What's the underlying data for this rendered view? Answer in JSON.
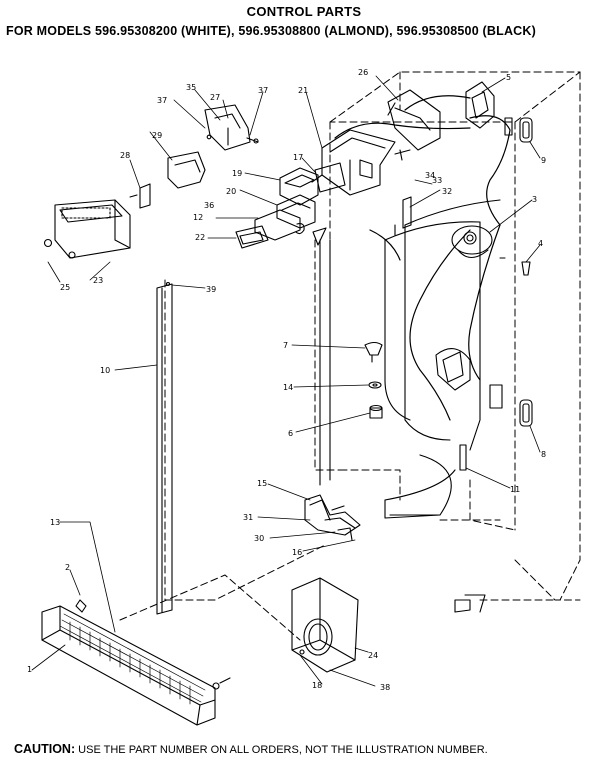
{
  "header": {
    "title": "CONTROL PARTS",
    "subtitle": "FOR MODELS 596.95308200 (WHITE), 596.95308800 (ALMOND), 596.95308500 (BLACK)"
  },
  "footer": {
    "caution_label": "CAUTION:",
    "caution_text": "USE THE PART NUMBER ON ALL ORDERS, NOT THE ILLUSTRATION NUMBER."
  },
  "callouts": [
    "1",
    "2",
    "3",
    "4",
    "5",
    "6",
    "7",
    "8",
    "9",
    "10",
    "11",
    "12",
    "13",
    "14",
    "15",
    "16",
    "17",
    "18",
    "19",
    "20",
    "21",
    "22",
    "23",
    "24",
    "25",
    "26",
    "27",
    "28",
    "29",
    "30",
    "31",
    "32",
    "33",
    "34",
    "35",
    "36",
    "37",
    "37",
    "38",
    "39"
  ]
}
